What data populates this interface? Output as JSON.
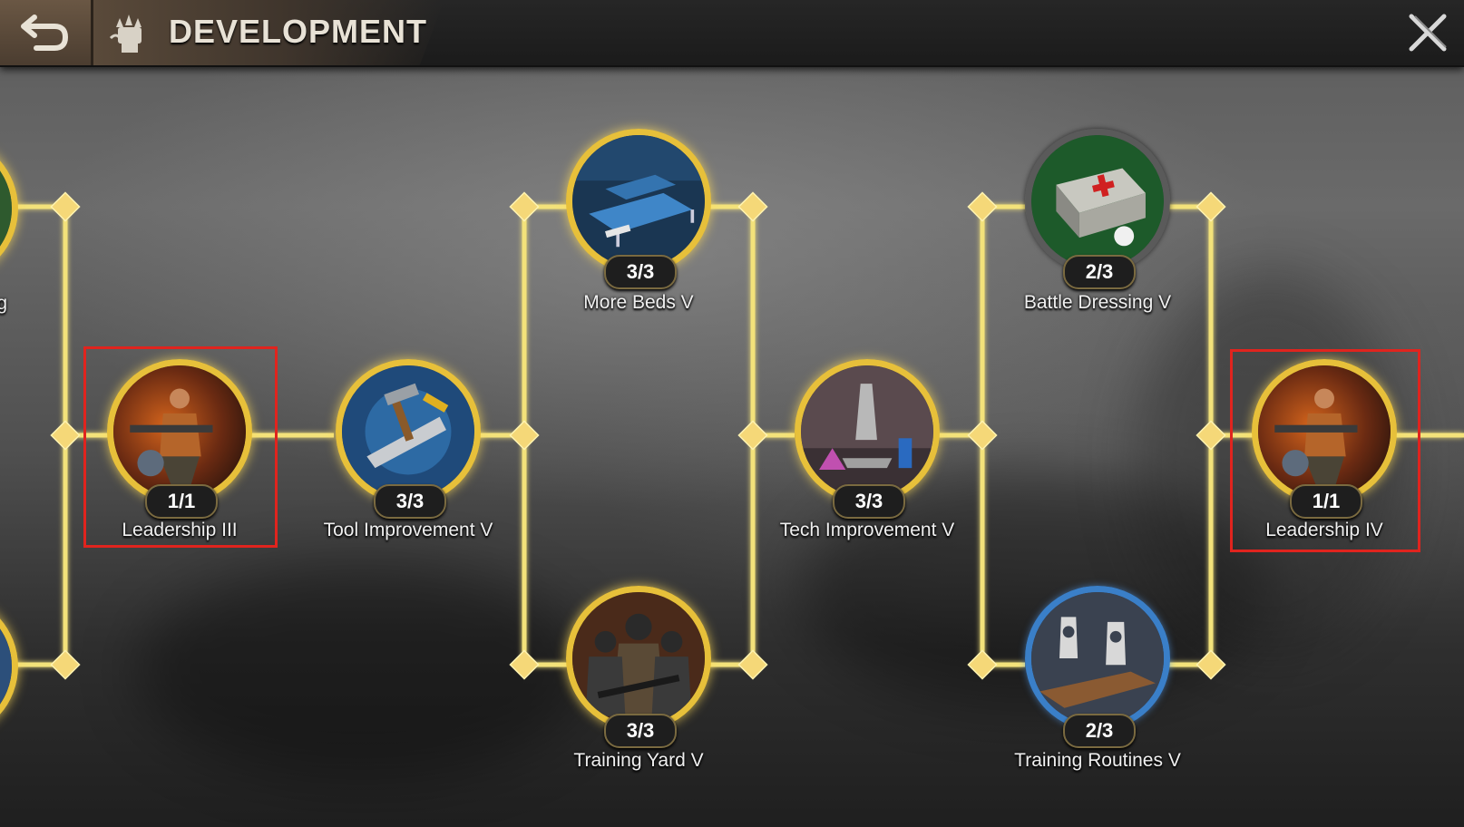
{
  "header": {
    "title": "DEVELOPMENT",
    "back_icon": "back-arrow-icon",
    "close_icon": "close-x-icon"
  },
  "colors": {
    "active_ring": "#e7c03a",
    "progress_ring": "#3a7fc8",
    "connector": "#f3e27a",
    "highlight_box": "#e0241e"
  },
  "nodes": [
    {
      "id": "partial-top-left",
      "label": "ng",
      "progress": "",
      "icon": "partial-node-icon"
    },
    {
      "id": "partial-bottom-left",
      "label": "",
      "progress": "",
      "icon": "partial-node-icon"
    },
    {
      "id": "leadership-iii",
      "label": "Leadership III",
      "progress": "1/1",
      "icon": "soldier-with-rifle-icon"
    },
    {
      "id": "tool-improvement-v",
      "label": "Tool Improvement V",
      "progress": "3/3",
      "icon": "tools-saw-hammer-icon"
    },
    {
      "id": "more-beds-v",
      "label": "More Beds V",
      "progress": "3/3",
      "icon": "hospital-beds-icon"
    },
    {
      "id": "training-yard-v",
      "label": "Training Yard V",
      "progress": "3/3",
      "icon": "masked-soldiers-icon"
    },
    {
      "id": "tech-improvement-v",
      "label": "Tech Improvement V",
      "progress": "3/3",
      "icon": "microscope-lab-icon"
    },
    {
      "id": "battle-dressing-v",
      "label": "Battle Dressing V",
      "progress": "2/3",
      "icon": "first-aid-kit-icon"
    },
    {
      "id": "training-routines-v",
      "label": "Training Routines V",
      "progress": "2/3",
      "icon": "shooting-range-targets-icon"
    },
    {
      "id": "leadership-iv",
      "label": "Leadership IV",
      "progress": "1/1",
      "icon": "soldier-with-rifle-icon"
    }
  ]
}
